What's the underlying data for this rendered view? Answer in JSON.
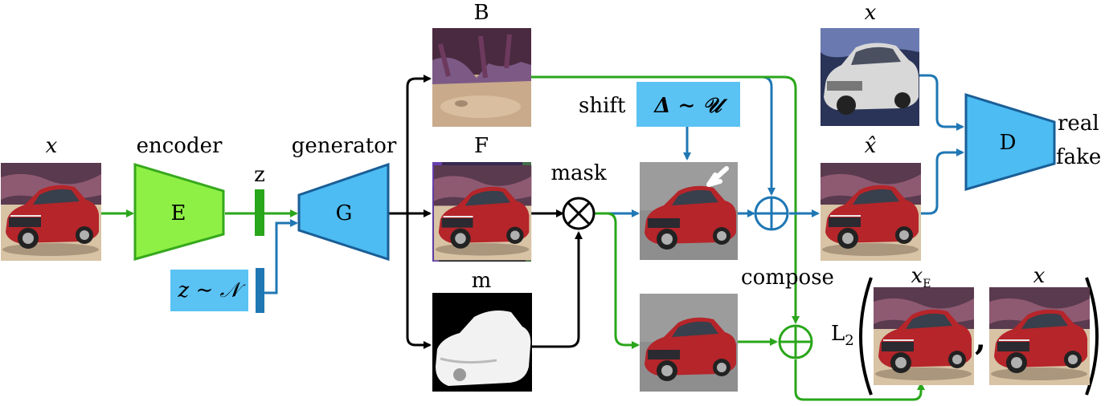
{
  "labels": {
    "x_input": "x",
    "encoder": "encoder",
    "generator": "generator",
    "z": "z",
    "z_prior": "z ∼ 𝒩",
    "E": "E",
    "G": "G",
    "B": "B",
    "F": "F",
    "m": "m",
    "mask": "mask",
    "shift": "shift",
    "delta": "Δ ∼ 𝒰",
    "compose": "compose",
    "x_real": "x",
    "x_hat": "x̂",
    "D": "D",
    "real": "real",
    "fake": "fake",
    "L2": "L",
    "L2_sub": "2",
    "x_E": "x",
    "x_E_sub": "E",
    "x_target": "x",
    "comma": ","
  },
  "colors": {
    "green": "#2aa61a",
    "blue": "#1f77b4",
    "encoder_fill": "#8ef045",
    "encoder_stroke": "#36a81c",
    "generator_fill": "#4cbcf2",
    "generator_stroke": "#1a5e96",
    "z_prior_fill": "#5bc2f4",
    "delta_fill": "#5bc2f4"
  },
  "images": {
    "input_car": "red-car-photo",
    "background": "background-photo",
    "foreground": "foreground-car-photo",
    "mask": "mask-image",
    "shifted": "shifted-car-photo",
    "composed": "composed-car-photo",
    "real_sample": "white-car-photo",
    "fake_sample": "fake-car-photo",
    "x_E_image": "reconstructed-car-photo",
    "x_target_image": "target-car-photo"
  }
}
